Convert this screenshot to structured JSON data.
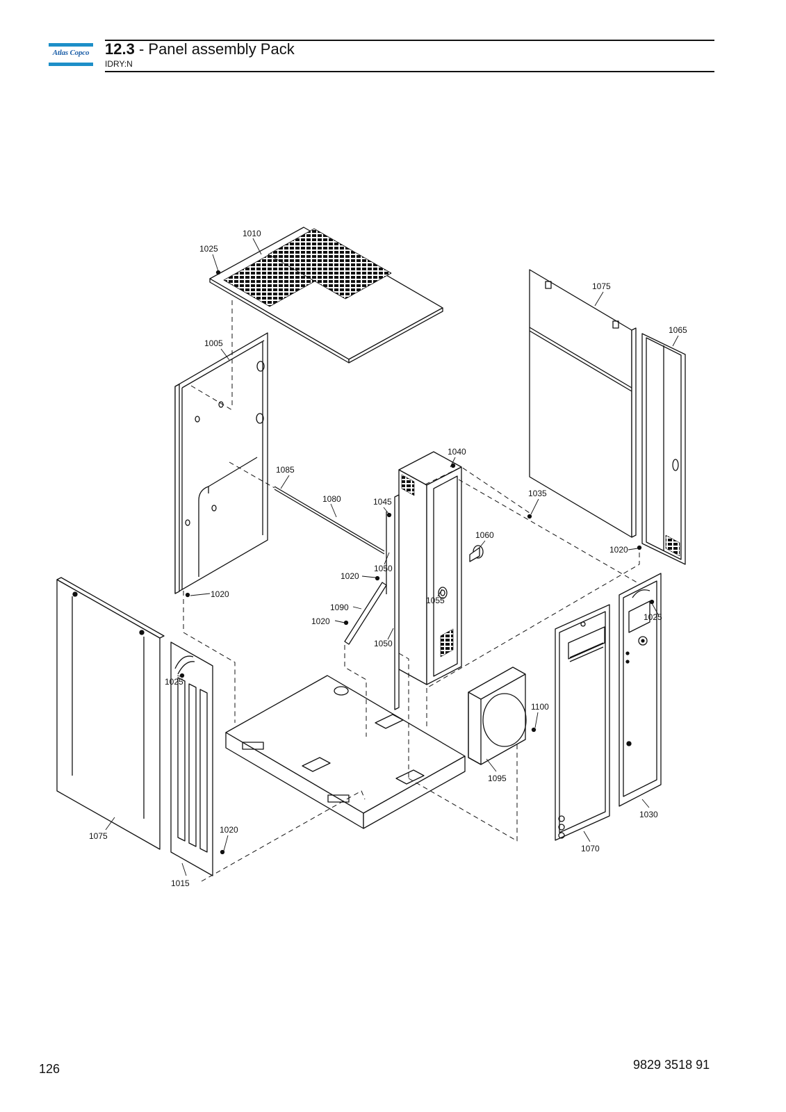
{
  "header": {
    "logo_text": "Atlas Copco",
    "section_number": "12.3",
    "separator": " - ",
    "section_title": "Panel assembly Pack",
    "subtitle": "IDRY:N"
  },
  "callouts": [
    {
      "id": "c-1010",
      "label": "1010"
    },
    {
      "id": "c-1025-top",
      "label": "1025"
    },
    {
      "id": "c-1005",
      "label": "1005"
    },
    {
      "id": "c-1085",
      "label": "1085"
    },
    {
      "id": "c-1080",
      "label": "1080"
    },
    {
      "id": "c-1045",
      "label": "1045"
    },
    {
      "id": "c-1040",
      "label": "1040"
    },
    {
      "id": "c-1035",
      "label": "1035"
    },
    {
      "id": "c-1060",
      "label": "1060"
    },
    {
      "id": "c-1050-a",
      "label": "1050"
    },
    {
      "id": "c-1020-mid",
      "label": "1020"
    },
    {
      "id": "c-1055",
      "label": "1055"
    },
    {
      "id": "c-1090",
      "label": "1090"
    },
    {
      "id": "c-1020-left",
      "label": "1020"
    },
    {
      "id": "c-1050-b",
      "label": "1050"
    },
    {
      "id": "c-1020-panel",
      "label": "1020"
    },
    {
      "id": "c-1075-right",
      "label": "1075"
    },
    {
      "id": "c-1065",
      "label": "1065"
    },
    {
      "id": "c-1020-right",
      "label": "1020"
    },
    {
      "id": "c-1025-right",
      "label": "1025"
    },
    {
      "id": "c-1025-left",
      "label": "1025"
    },
    {
      "id": "c-1100",
      "label": "1100"
    },
    {
      "id": "c-1095",
      "label": "1095"
    },
    {
      "id": "c-1030",
      "label": "1030"
    },
    {
      "id": "c-1070",
      "label": "1070"
    },
    {
      "id": "c-1075-left",
      "label": "1075"
    },
    {
      "id": "c-1020-bottom",
      "label": "1020"
    },
    {
      "id": "c-1015",
      "label": "1015"
    }
  ],
  "footer": {
    "page_number": "126",
    "document_number": "9829 3518 91"
  }
}
